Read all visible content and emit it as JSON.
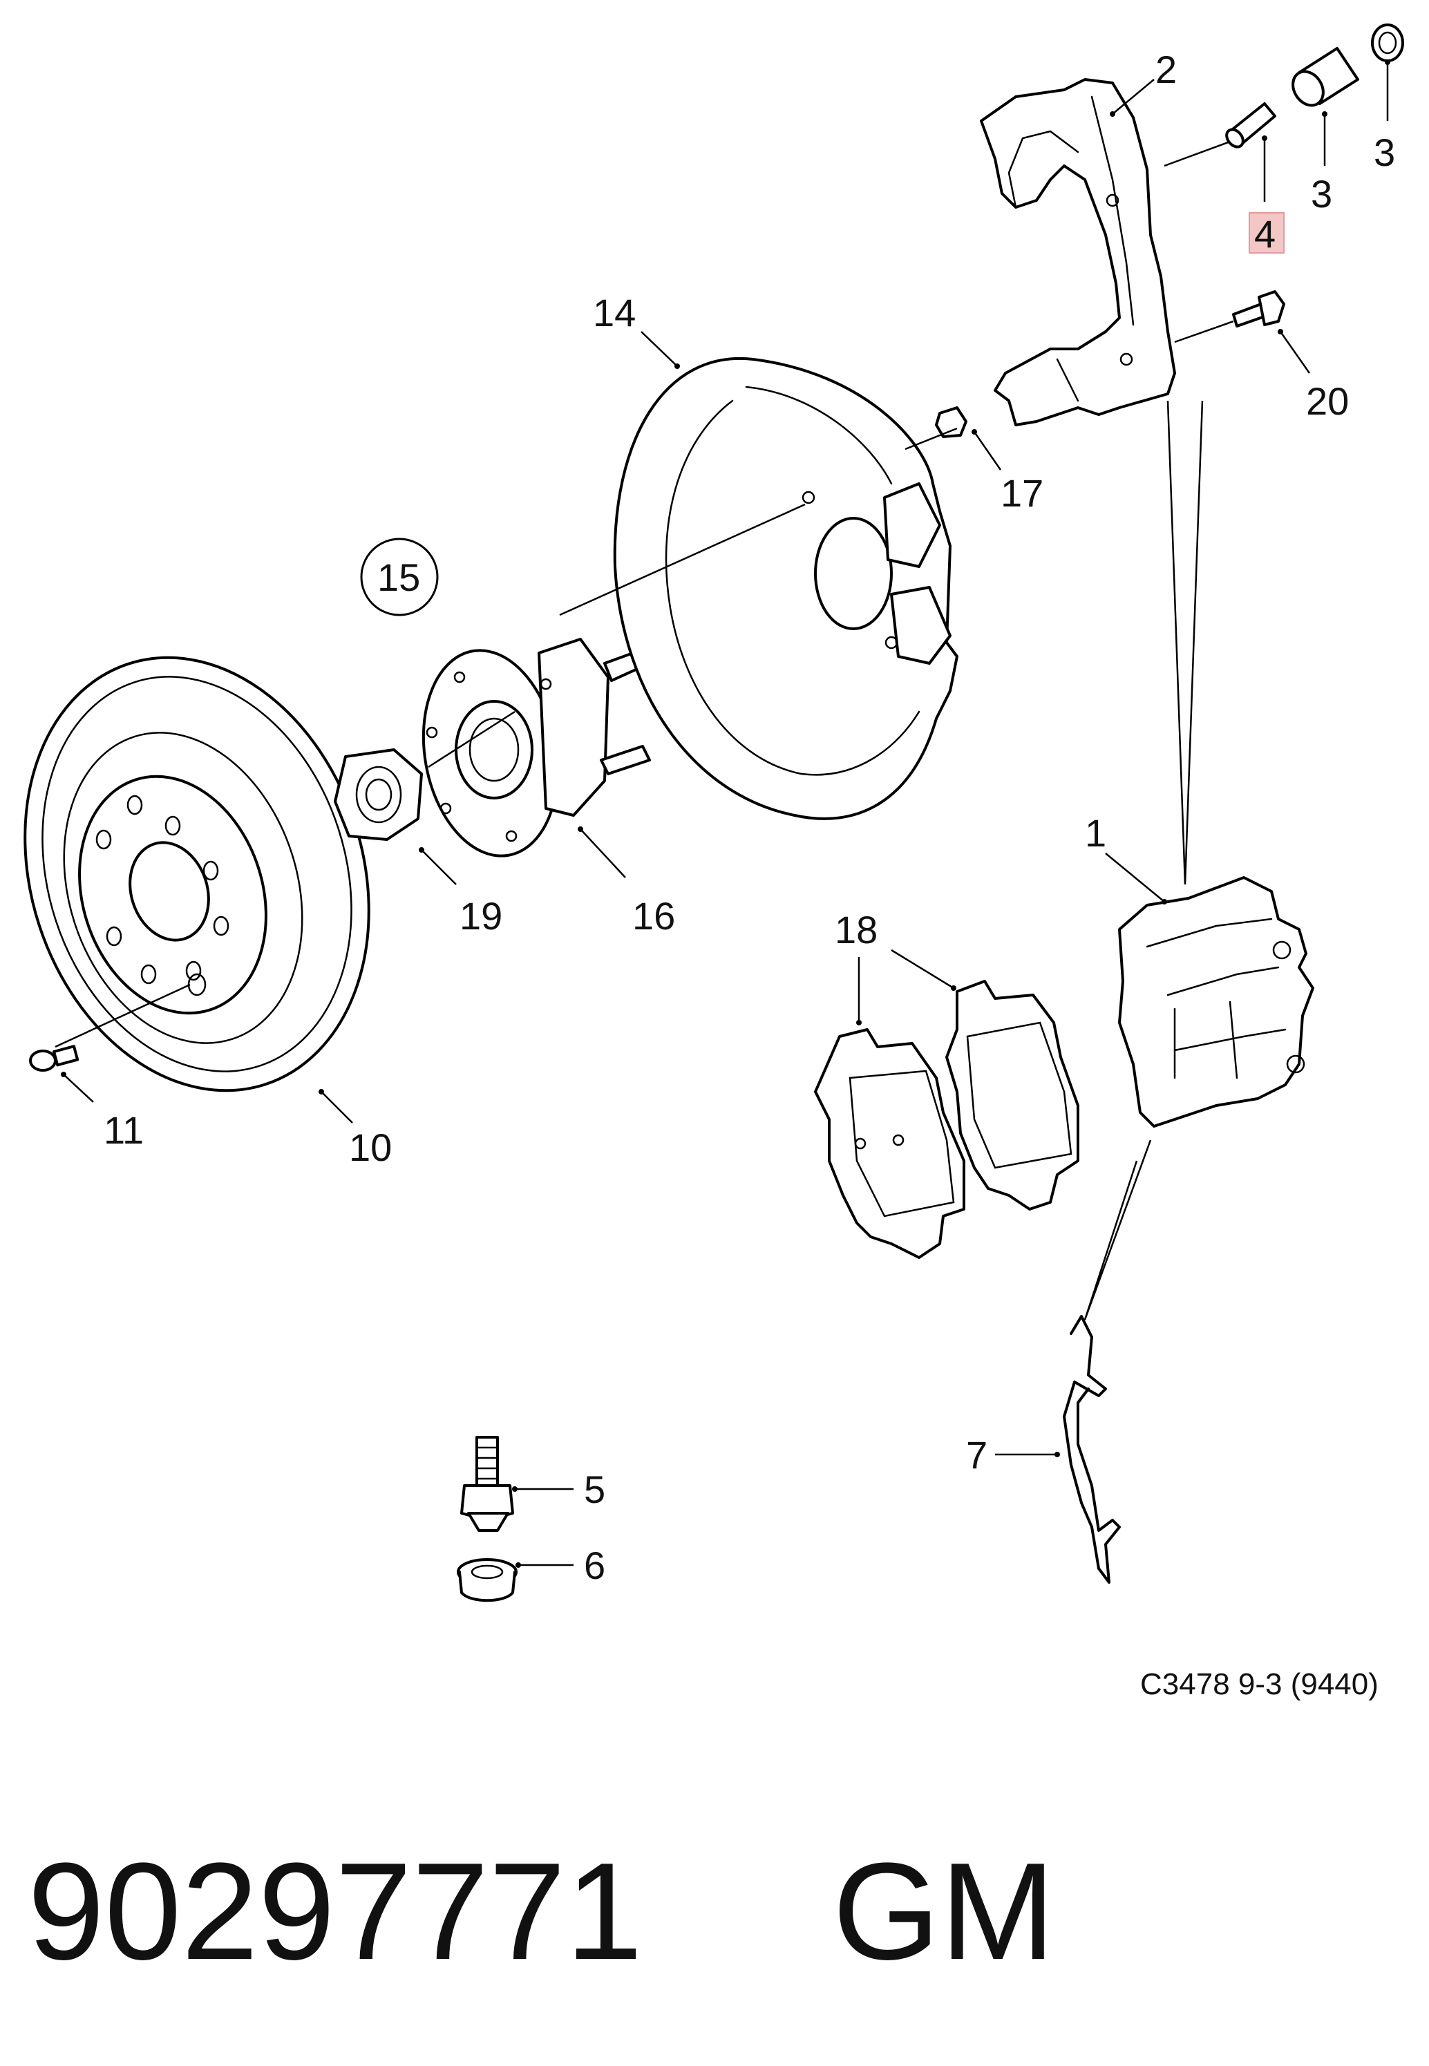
{
  "diagram": {
    "callouts": [
      {
        "id": "c1",
        "label": "1"
      },
      {
        "id": "c2",
        "label": "2"
      },
      {
        "id": "c3a",
        "label": "3"
      },
      {
        "id": "c3b",
        "label": "3"
      },
      {
        "id": "c4",
        "label": "4",
        "highlighted": true,
        "highlight_color": "#f4c7c7"
      },
      {
        "id": "c5",
        "label": "5"
      },
      {
        "id": "c6",
        "label": "6"
      },
      {
        "id": "c7",
        "label": "7"
      },
      {
        "id": "c10",
        "label": "10"
      },
      {
        "id": "c11",
        "label": "11"
      },
      {
        "id": "c14",
        "label": "14"
      },
      {
        "id": "c15",
        "label": "15",
        "circled": true
      },
      {
        "id": "c16",
        "label": "16"
      },
      {
        "id": "c17",
        "label": "17"
      },
      {
        "id": "c18",
        "label": "18"
      },
      {
        "id": "c19",
        "label": "19"
      },
      {
        "id": "c20",
        "label": "20"
      }
    ],
    "caption": "C3478 9-3 (9440)"
  },
  "footer": {
    "part_number": "90297771",
    "brand": "GM"
  }
}
